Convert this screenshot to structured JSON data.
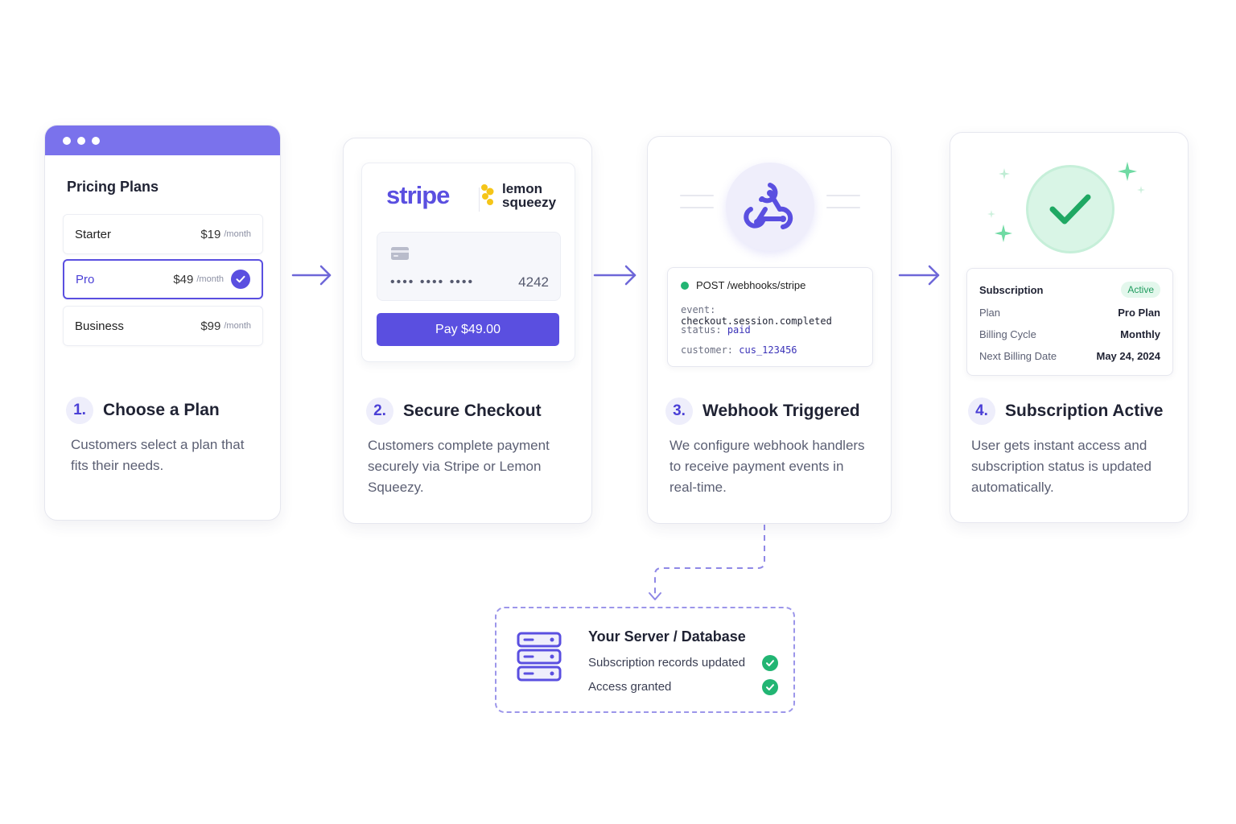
{
  "pricing": {
    "title": "Pricing Plans",
    "plans": [
      {
        "name": "Starter",
        "price": "$19",
        "period": "/month",
        "selected": false
      },
      {
        "name": "Pro",
        "price": "$49",
        "period": "/month",
        "selected": true
      },
      {
        "name": "Business",
        "price": "$99",
        "period": "/month",
        "selected": false
      }
    ]
  },
  "checkout": {
    "stripe_logo": "stripe",
    "lemon_logo_line1": "lemon",
    "lemon_logo_line2": "squeezy",
    "card_masked": "•••• •••• ••••",
    "card_last4": "4242",
    "pay_button": "Pay $49.00"
  },
  "webhook": {
    "endpoint": "POST /webhooks/stripe",
    "event_key": "event:",
    "event_value": "checkout.session.completed",
    "status_key": "status:",
    "status_value": "paid",
    "customer_key": "customer:",
    "customer_value": "cus_123456"
  },
  "subscription": {
    "title": "Subscription",
    "status": "Active",
    "rows": [
      {
        "label": "Plan",
        "value": "Pro Plan"
      },
      {
        "label": "Billing Cycle",
        "value": "Monthly"
      },
      {
        "label": "Next Billing Date",
        "value": "May 24, 2024"
      }
    ]
  },
  "steps": [
    {
      "num": "1.",
      "title": "Choose a Plan",
      "desc": "Customers select a plan that fits their needs."
    },
    {
      "num": "2.",
      "title": "Secure Checkout",
      "desc": "Customers complete payment securely via Stripe or Lemon Squeezy."
    },
    {
      "num": "3.",
      "title": "Webhook Triggered",
      "desc": "We configure webhook handlers to receive payment events in real-time."
    },
    {
      "num": "4.",
      "title": "Subscription Active",
      "desc": "User gets instant access and subscription status is updated automatically."
    }
  ],
  "server": {
    "title": "Your Server / Database",
    "lines": [
      "Subscription records updated",
      "Access granted"
    ]
  },
  "colors": {
    "accent": "#5a4fe0",
    "window_bar": "#7a72ec",
    "success": "#22b573",
    "lemon_yellow": "#f5c518"
  },
  "icons": [
    "window-dots-icon",
    "check-circle-icon",
    "credit-card-icon",
    "lemon-icon",
    "webhook-icon",
    "success-check-icon",
    "sparkle-icon",
    "arrow-right-icon",
    "dashed-arrow-down-icon",
    "server-icon"
  ]
}
